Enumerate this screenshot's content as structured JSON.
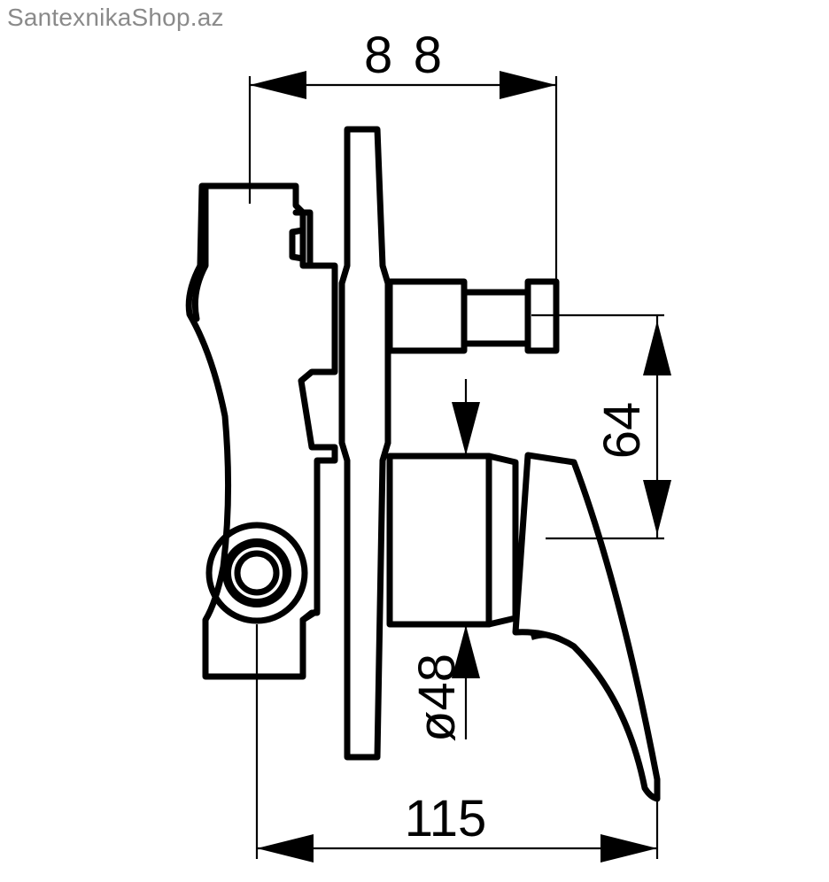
{
  "watermark": "SantexnikaShop.az",
  "dimensions": {
    "top_width": "88",
    "right_height": "64",
    "diameter": "ø48",
    "bottom_width": "115"
  },
  "colors": {
    "line": "#000000",
    "watermark": "#8a8a8a",
    "background": "#ffffff"
  }
}
